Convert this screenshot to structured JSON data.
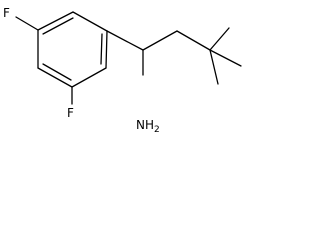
{
  "molecule": {
    "atoms": {
      "fluorine_para": "F",
      "fluorine_ortho": "F",
      "amine": "NH",
      "amine_subscript": "2"
    }
  }
}
